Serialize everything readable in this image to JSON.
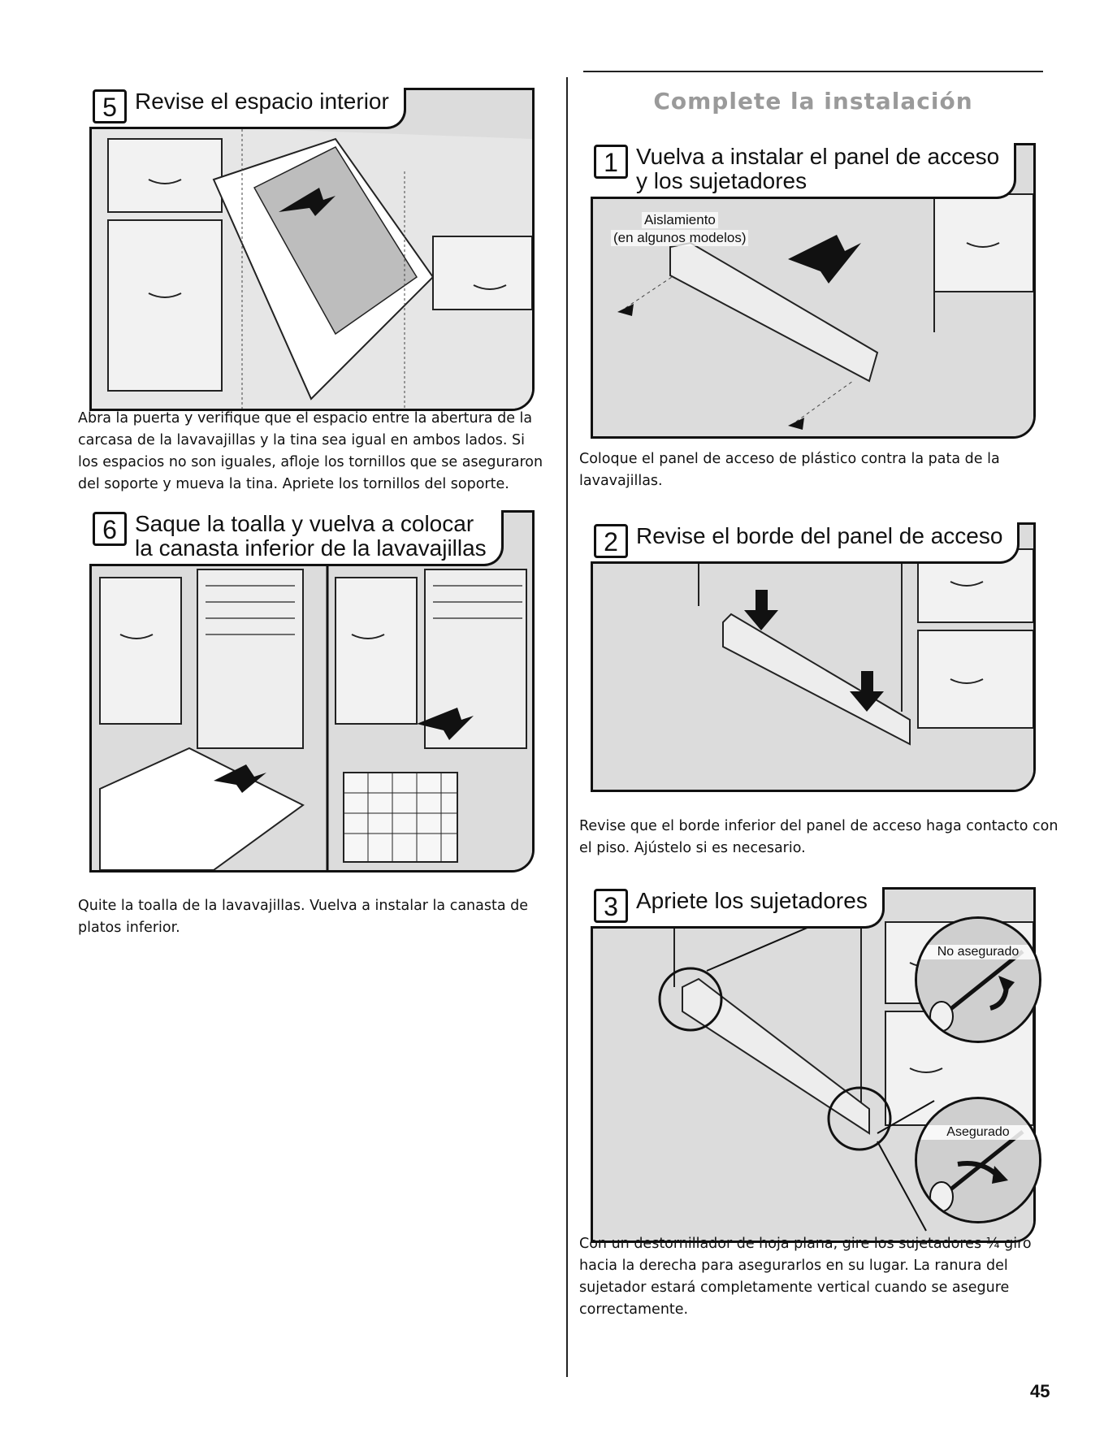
{
  "section": {
    "title": "Complete la instalación"
  },
  "steps": {
    "s5": {
      "num": "5",
      "title": "Revise el espacio interior",
      "text": "Abra la puerta y verifique que el espacio entre la abertura de la carcasa de la lavavajillas y la tina sea igual en ambos lados. Si los espacios no son iguales, afloje los tornillos que se aseguraron del soporte y mueva la tina. Apriete los tornillos del soporte."
    },
    "s6": {
      "num": "6",
      "title": "Saque la toalla y vuelva a colocar\nla canasta inferior de la lavavajillas",
      "text": "Quite la toalla de la lavavajillas. Vuelva a instalar la canasta de platos inferior."
    },
    "c1": {
      "num": "1",
      "title": "Vuelva a instalar el panel de acceso\ny los sujetadores",
      "label_insulation": "Aislamiento",
      "label_models": "(en algunos modelos)",
      "text": "Coloque el panel de acceso de plástico contra la pata de la lavavajillas."
    },
    "c2": {
      "num": "2",
      "title": "Revise el borde del panel de acceso",
      "text": "Revise que el borde inferior del panel de acceso haga contacto con el piso. Ajústelo si es necesario."
    },
    "c3": {
      "num": "3",
      "title": "Apriete los sujetadores",
      "label_unsecured": "No asegurado",
      "label_secured": "Asegurado",
      "text": "Con un destornillador de hoja plana, gire los sujetadores ¼ giro hacia la derecha para asegurarlos en su lugar. La ranura del sujetador estará completamente vertical cuando se asegure correctamente."
    }
  },
  "page": {
    "number": "45"
  }
}
